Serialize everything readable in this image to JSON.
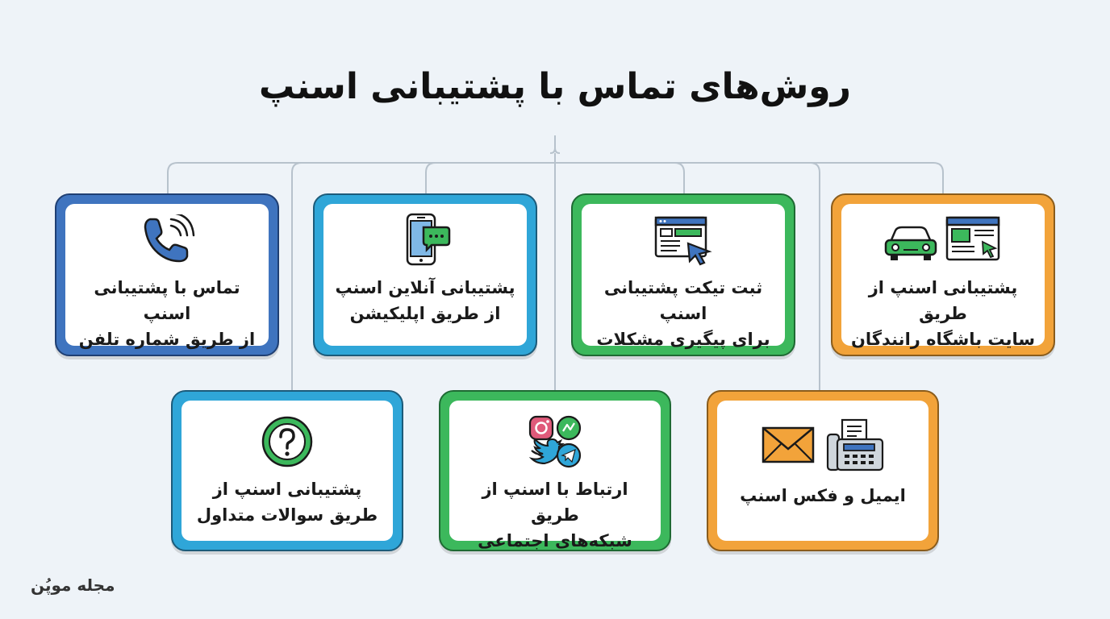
{
  "title": "روش‌های تماس با پشتیبانی اسنپ",
  "methods": [
    {
      "line1": "تماس با پشتیبانی اسنپ",
      "line2": "از طریق شماره تلفن",
      "icon": "phone-icon",
      "color": "#3f74bf"
    },
    {
      "line1": "پشتیبانی آنلاین اسنپ",
      "line2": "از طریق اپلیکیشن",
      "icon": "mobile-chat-icon",
      "color": "#2fa6d8"
    },
    {
      "line1": "ثبت تیکت پشتیبانی اسنپ",
      "line2": "برای پیگیری مشکلات",
      "icon": "web-ticket-icon",
      "color": "#3cb85c"
    },
    {
      "line1": "پشتیبانی اسنپ از طریق",
      "line2": "سایت باشگاه رانندگان",
      "icon": "car-website-icon",
      "color": "#f2a33a"
    },
    {
      "line1": "پشتیبانی اسنپ از",
      "line2": "طریق سوالات متداول",
      "icon": "question-icon",
      "color": "#2fa6d8"
    },
    {
      "line1": "ارتباط با اسنپ از طریق",
      "line2": "شبکه‌های اجتماعی",
      "icon": "social-media-icon",
      "color": "#3cb85c"
    },
    {
      "line1": "ایمیل و فکس اسنپ",
      "icon": "email-fax-icon",
      "color": "#f2a33a"
    }
  ],
  "brand": "مجله موپُن"
}
